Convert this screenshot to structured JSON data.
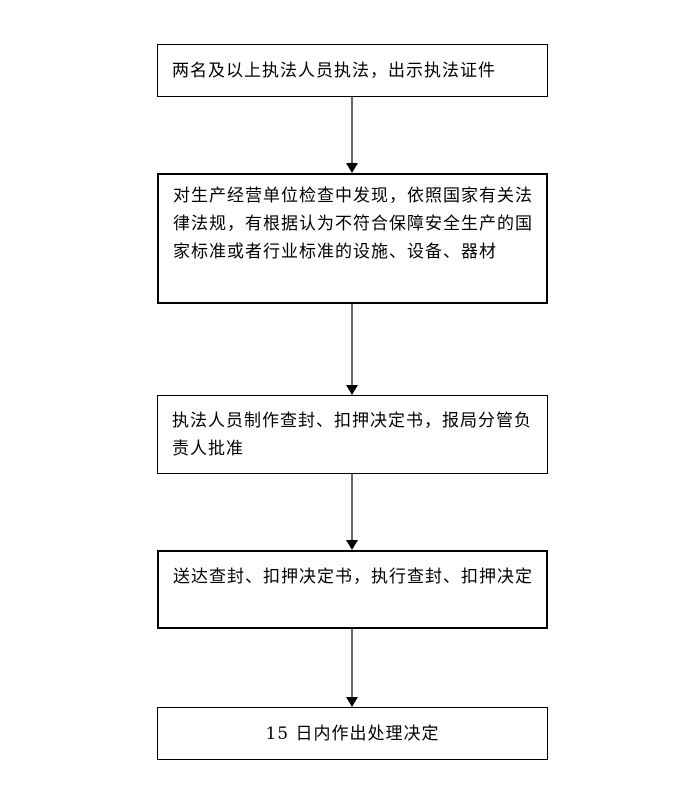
{
  "flowchart": {
    "steps": [
      {
        "text": "两名及以上执法人员执法，出示执法证件"
      },
      {
        "text": "对生产经营单位检查中发现，依照国家有关法律法规，有根据认为不符合保障安全生产的国家标准或者行业标准的设施、设备、器材"
      },
      {
        "text": "执法人员制作查封、扣押决定书，报局分管负责人批准"
      },
      {
        "text": "送达查封、扣押决定书，执行查封、扣押决定"
      },
      {
        "text": "15 日内作出处理决定"
      }
    ]
  }
}
